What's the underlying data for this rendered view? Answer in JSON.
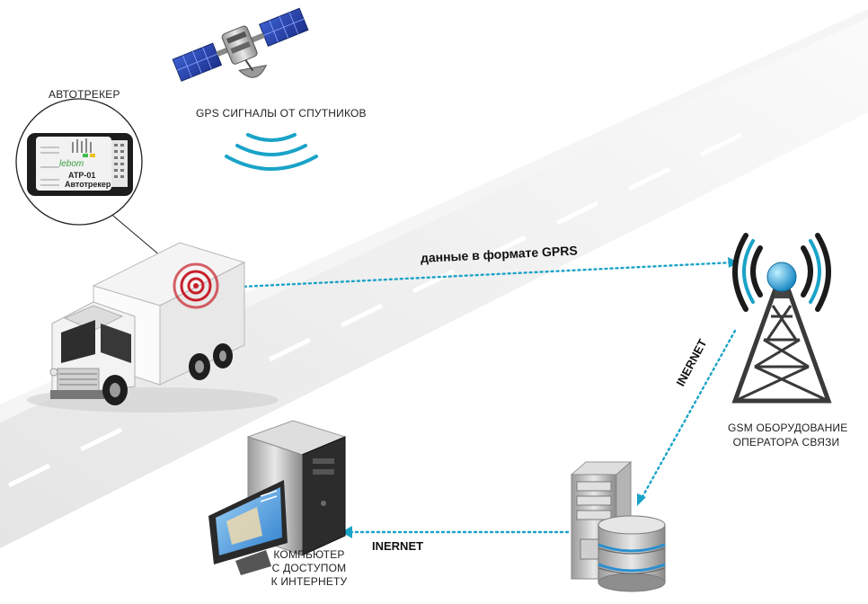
{
  "labels": {
    "tracker_heading": "АВТОТРЕКЕР",
    "gps_signals": "GPS СИГНАЛЫ ОТ СПУТНИКОВ",
    "gprs_data": "данные в формате GPRS",
    "internet_vertical": "INERNET",
    "internet_horizontal": "INERNET",
    "gsm_line1": "GSM ОБОРУДОВАНИЕ",
    "gsm_line2": "ОПЕРАТОРА СВЯЗИ",
    "pc_line1": "КОМПЬЮТЕР",
    "pc_line2": "С ДОСТУПОМ",
    "pc_line3": "К ИНТЕРНЕТУ"
  },
  "device": {
    "brand": "lebom",
    "model": "ATP-01",
    "name": "Автотрекер"
  },
  "colors": {
    "link": "#1aa3c8",
    "signal_rings": "#1aa3c8",
    "target": "#c8202a",
    "road": "#ebebeb"
  },
  "icons": [
    "satellite-icon",
    "truck-icon",
    "cell-tower-icon",
    "server-icon",
    "database-icon",
    "computer-icon",
    "tracker-device-icon"
  ]
}
